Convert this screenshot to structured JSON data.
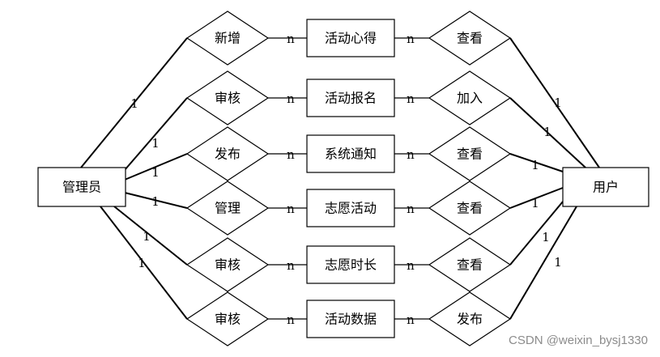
{
  "entities": {
    "admin": "管理员",
    "user": "用户"
  },
  "rows": [
    {
      "left_rel": "新增",
      "entity": "活动心得",
      "right_rel": "查看"
    },
    {
      "left_rel": "审核",
      "entity": "活动报名",
      "right_rel": "加入"
    },
    {
      "left_rel": "发布",
      "entity": "系统通知",
      "right_rel": "查看"
    },
    {
      "left_rel": "管理",
      "entity": "志愿活动",
      "right_rel": "查看"
    },
    {
      "left_rel": "审核",
      "entity": "志愿时长",
      "right_rel": "查看"
    },
    {
      "left_rel": "审核",
      "entity": "活动数据",
      "right_rel": "发布"
    }
  ],
  "cardinality": {
    "one": "1",
    "many": "n"
  },
  "watermark": "CSDN @weixin_bysj1330"
}
